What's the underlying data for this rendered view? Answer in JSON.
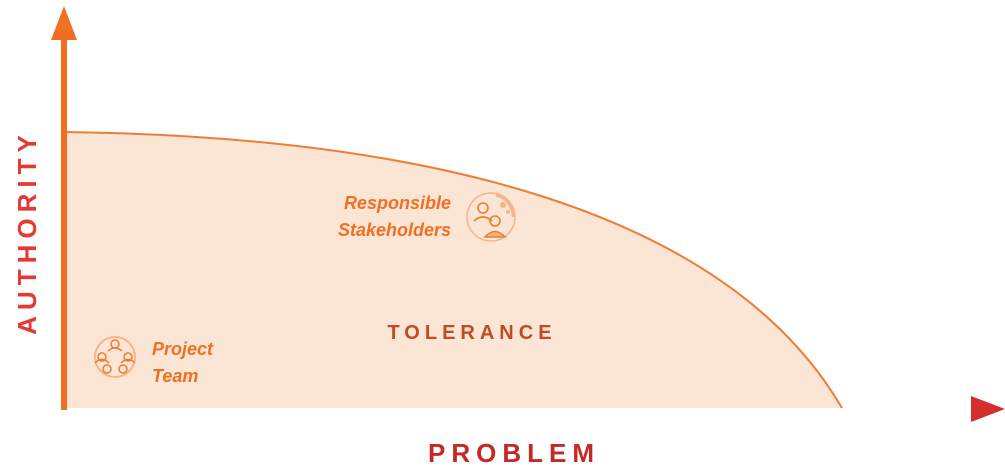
{
  "diagram": {
    "y_axis_title": "AUTHORITY",
    "x_axis_title": "PROBLEM",
    "region_label": "TOLERANCE",
    "actors": {
      "responsible_stakeholders": {
        "line1": "Responsible",
        "line2": "Stakeholders",
        "icon": "team-people-icon"
      },
      "project_team": {
        "line1": "Project",
        "line2": "Team",
        "icon": "team-circle-icon"
      }
    }
  },
  "colors": {
    "axis_start": "#f07022",
    "axis_end": "#d32f2f",
    "y_axis_title": "#e53935",
    "x_axis_title": "#c62828",
    "region_fill": "#fbe6d5",
    "curve_stroke": "#ef7d35",
    "region_label": "#c24a24",
    "actor_label": "#f07022",
    "icon_fill": "#f6b48a",
    "icon_stroke": "#ee7a30"
  }
}
